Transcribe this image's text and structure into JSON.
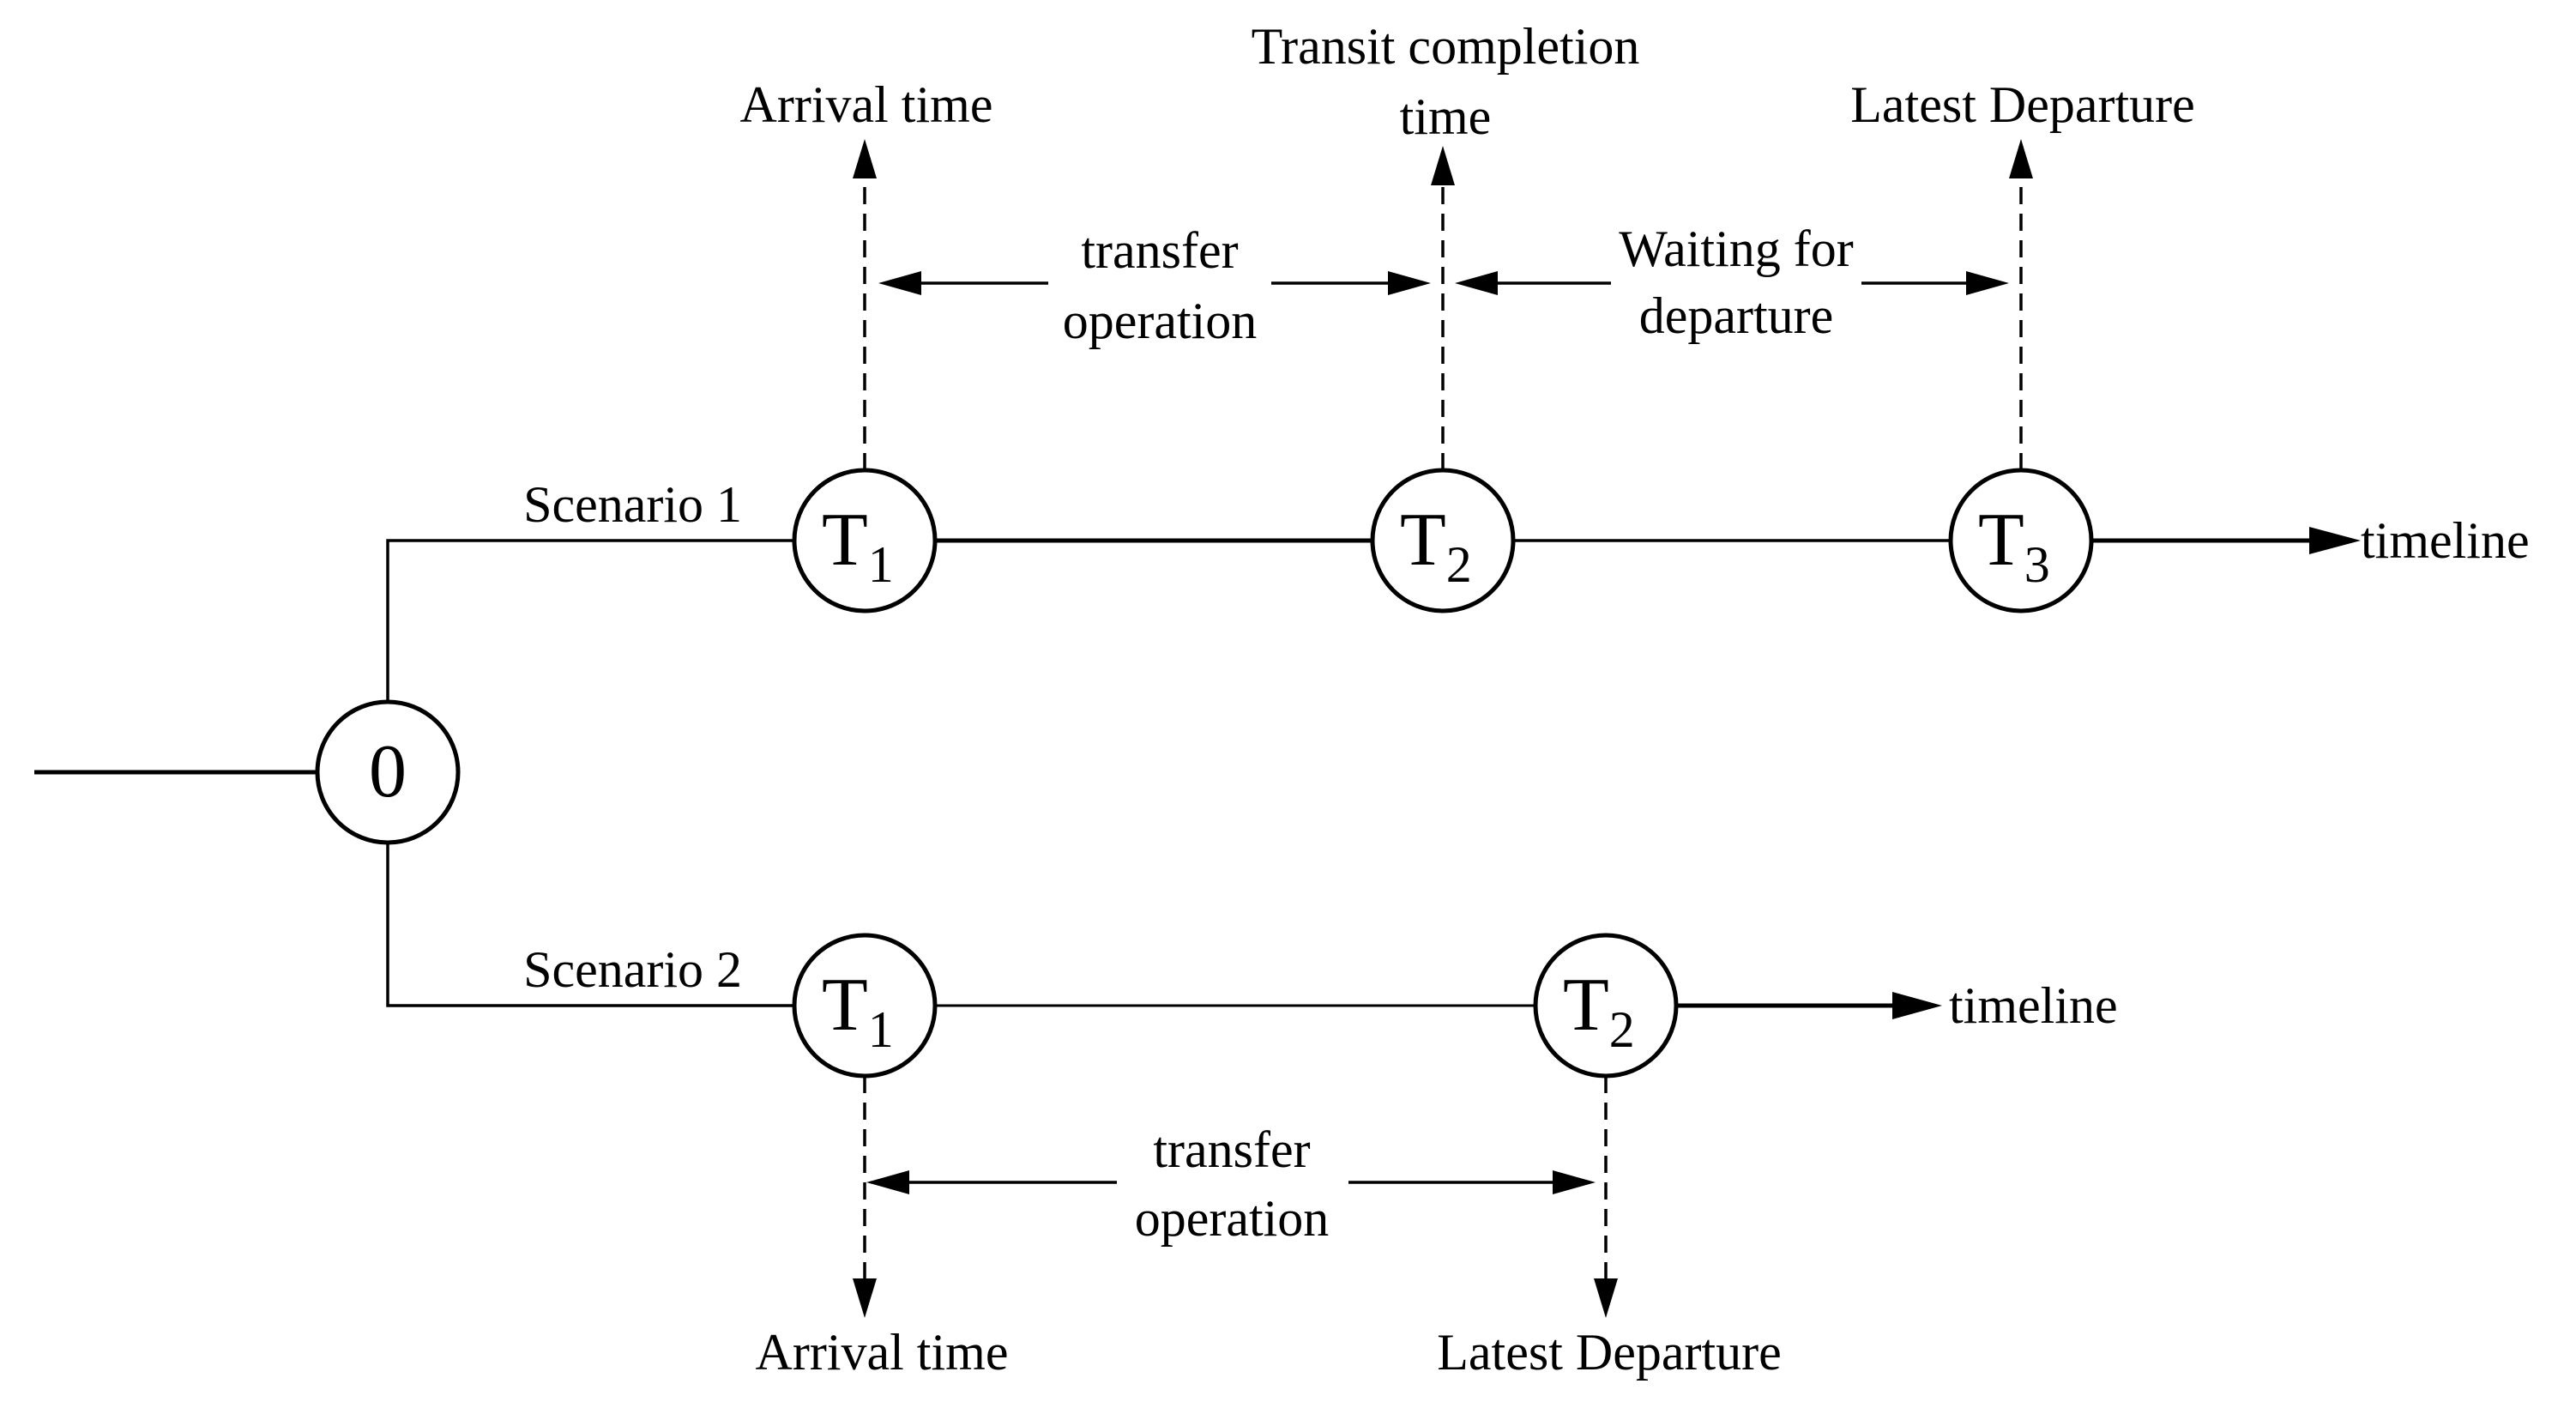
{
  "colors": {
    "line": "#000000",
    "background": "#ffffff"
  },
  "origin": {
    "label": "0"
  },
  "scenario1": {
    "label": "Scenario 1",
    "nodes": [
      {
        "base": "T",
        "sub": "1"
      },
      {
        "base": "T",
        "sub": "2"
      },
      {
        "base": "T",
        "sub": "3"
      }
    ],
    "timeline_label": "timeline",
    "event_labels": {
      "arrival": "Arrival time",
      "transit_line1": "Transit completion",
      "transit_line2": "time",
      "latest_departure": "Latest Departure"
    },
    "spans": {
      "transfer_line1": "transfer",
      "transfer_line2": "operation",
      "waiting_line1": "Waiting for",
      "waiting_line2": "departure"
    }
  },
  "scenario2": {
    "label": "Scenario 2",
    "nodes": [
      {
        "base": "T",
        "sub": "1"
      },
      {
        "base": "T",
        "sub": "2"
      }
    ],
    "timeline_label": "timeline",
    "event_labels": {
      "arrival": "Arrival time",
      "latest_departure": "Latest Departure"
    },
    "spans": {
      "transfer_line1": "transfer",
      "transfer_line2": "operation"
    }
  }
}
